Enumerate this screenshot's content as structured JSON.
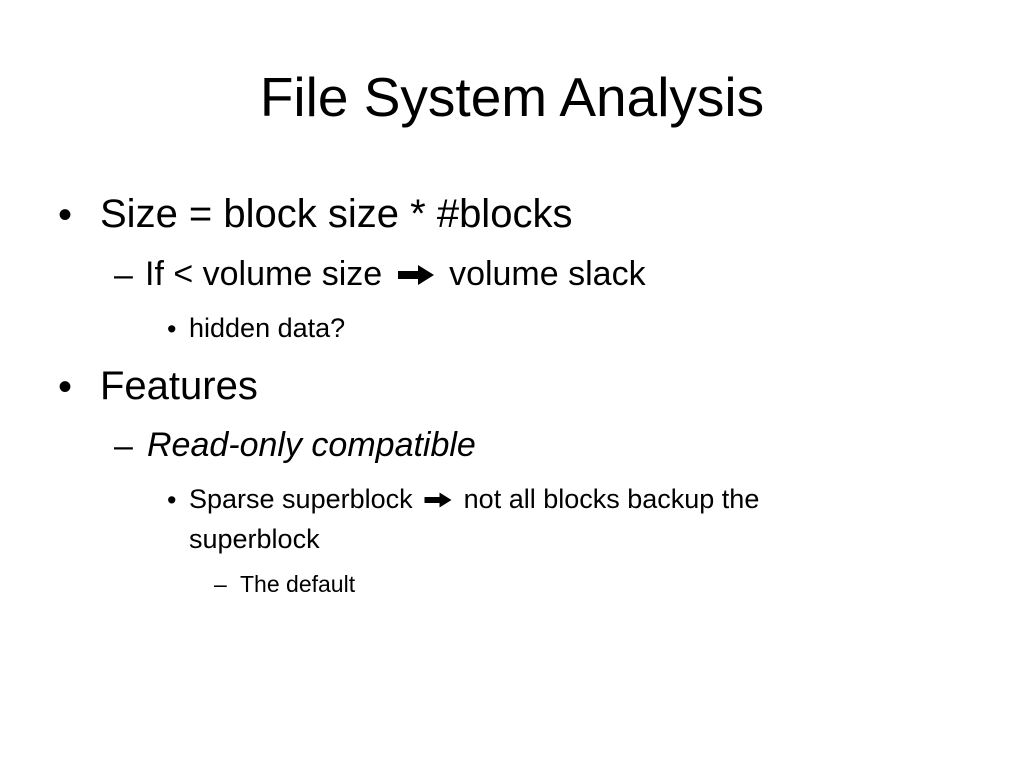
{
  "slide": {
    "title": "File System Analysis",
    "bullet1": {
      "marker": "•",
      "text": "Size = block size * #blocks",
      "sub": {
        "marker": "–",
        "text_before": "If < volume size",
        "arrow_icon": "right-arrow-icon",
        "text_after": "volume slack",
        "sub": {
          "marker": "•",
          "text": "hidden data?"
        }
      }
    },
    "bullet2": {
      "marker": "•",
      "text": "Features",
      "sub": {
        "marker": "–",
        "text": "Read-only compatible",
        "sub": {
          "marker": "•",
          "text_before": "Sparse superblock",
          "arrow_icon": "right-arrow-icon",
          "text_after": "not all blocks backup the",
          "text_line2": "superblock",
          "sub": {
            "marker": "–",
            "text": "The default"
          }
        }
      }
    }
  }
}
